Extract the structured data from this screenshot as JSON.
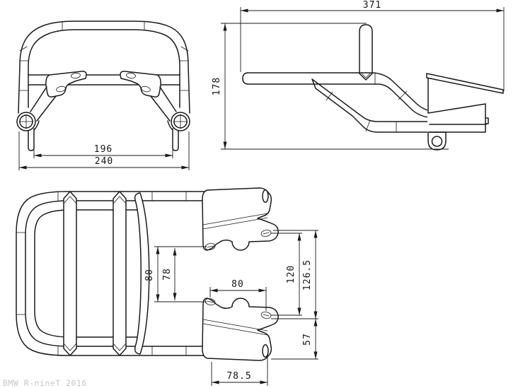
{
  "caption": "BMW R-nineT 2016",
  "colors": {
    "line": "#1a1a1a",
    "caption_text": "#c6c6c6",
    "background": "#ffffff"
  },
  "views": {
    "front": {
      "dim_inner_width": "196",
      "dim_overall_width": "240"
    },
    "side": {
      "dim_overall_length": "371",
      "dim_overall_height": "178"
    },
    "top": {
      "dim_slot_span_outer": "80",
      "dim_slot_span_inner": "78",
      "dim_bracket_hole_spacing": "80",
      "dim_hole_span": "120",
      "dim_overall_span": "126.5",
      "dim_lower_section_height": "57",
      "dim_bracket_base_width": "78.5"
    }
  }
}
